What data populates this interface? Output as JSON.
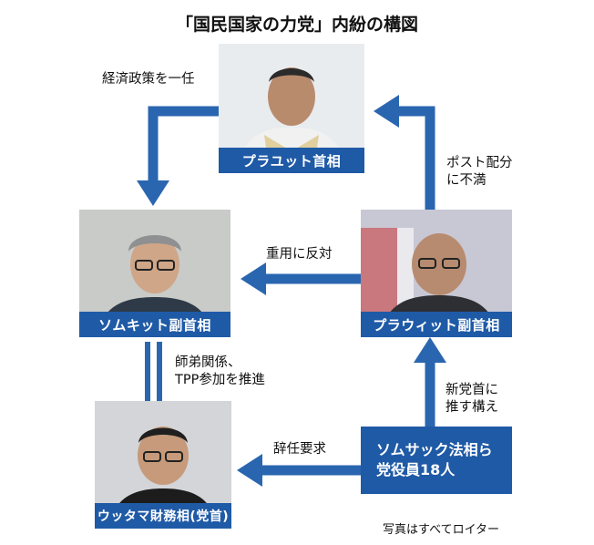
{
  "title": "「国民国家の力党」内紛の構図",
  "nodes": {
    "prayut": "プラユット首相",
    "somkid": "ソムキット副首相",
    "prawit": "プラウィット副首相",
    "uttama": "ウッタマ財務相(党首)",
    "somsak_line1": "ソムサック法相ら",
    "somsak_line2": "党役員18人"
  },
  "edges": {
    "prayut_to_somkid": "経済政策を一任",
    "prawit_to_prayut_line1": "ポスト配分",
    "prawit_to_prayut_line2": "に不満",
    "prawit_to_somkid": "重用に反対",
    "somkid_uttama_line1": "師弟関係、",
    "somkid_uttama_line2": "TPP参加を推進",
    "somsak_to_prawit_line1": "新党首に",
    "somsak_to_prawit_line2": "推す構え",
    "somsak_to_uttama": "辞任要求"
  },
  "credit": "写真はすべてロイター",
  "colors": {
    "accent": "#1f5aa6",
    "arrow": "#2a66b0"
  }
}
